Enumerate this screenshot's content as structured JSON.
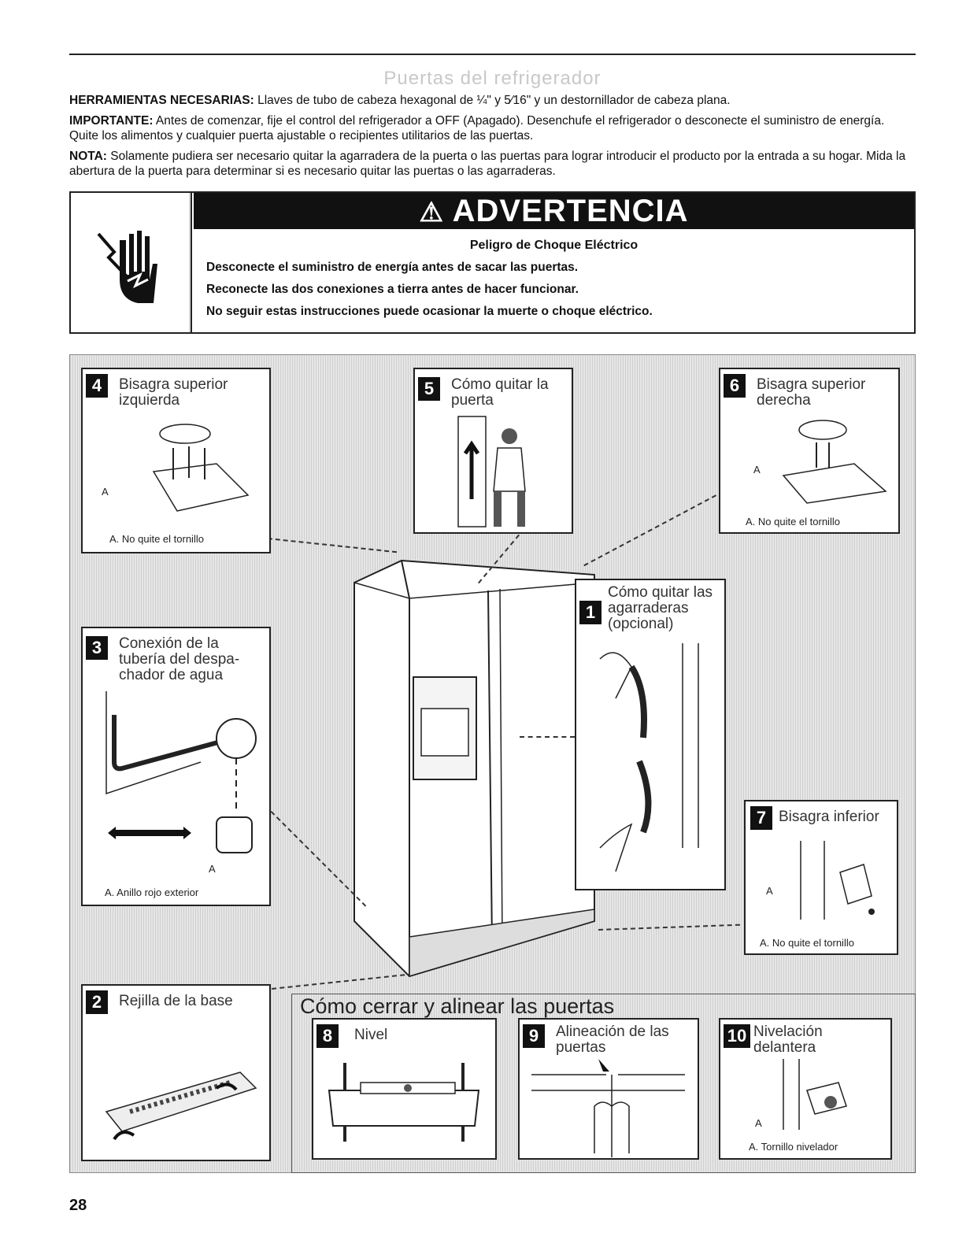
{
  "page": {
    "section_title": "Puertas del refrigerador",
    "page_number": "28"
  },
  "intro": {
    "tools_label": "HERRAMIENTAS NECESARIAS:",
    "tools_text": " Llaves de tubo de cabeza hexagonal de ¼\" y 5⁄16\" y un destornillador de cabeza plana.",
    "important_label": "IMPORTANTE:",
    "important_text": " Antes de comenzar, fije el control del refrigerador a OFF (Apagado). Desenchufe el refrigerador o desconecte el suministro de energía. Quite los alimentos y cualquier puerta ajustable o recipientes utilitarios de las puertas.",
    "note_label": "NOTA:",
    "note_text": " Solamente pudiera ser necesario quitar la agarradera de la puerta o las puertas para lograr introducir el producto por la entrada a su hogar. Mida la abertura de la puerta para determinar si es necesario quitar las puertas o las agarraderas."
  },
  "warning": {
    "heading": "ADVERTENCIA",
    "subheading": "Peligro de Choque Eléctrico",
    "lines": [
      "Desconecte el suministro de energía antes de sacar las puertas.",
      "Reconecte las dos conexiones a tierra antes de hacer funcionar.",
      "No seguir estas instrucciones puede ocasionar la muerte o choque eléctrico."
    ]
  },
  "steps": {
    "s1": {
      "num": "1",
      "title": "Cómo quitar las agarraderas (opcional)"
    },
    "s2": {
      "num": "2",
      "title": "Rejilla de la base"
    },
    "s3": {
      "num": "3",
      "title": "Conexión de la tubería del despa-chador de agua",
      "caption": "A. Anillo rojo exterior",
      "label": "A"
    },
    "s4": {
      "num": "4",
      "title": "Bisagra superior izquierda",
      "caption": "A. No quite el tornillo",
      "label": "A"
    },
    "s5": {
      "num": "5",
      "title": "Cómo quitar la puerta"
    },
    "s6": {
      "num": "6",
      "title": "Bisagra superior derecha",
      "caption": "A. No quite el tornillo",
      "label": "A"
    },
    "s7": {
      "num": "7",
      "title": "Bisagra inferior",
      "caption": "A. No quite el tornillo",
      "label": "A"
    },
    "s8": {
      "num": "8",
      "title": "Nivel"
    },
    "s9": {
      "num": "9",
      "title": "Alineación de las puertas"
    },
    "s10": {
      "num": "10",
      "title": "Nivelación delantera",
      "caption": "A. Tornillo nivelador",
      "label": "A"
    }
  },
  "close_section": {
    "heading": "Cómo cerrar y alinear las puertas"
  }
}
